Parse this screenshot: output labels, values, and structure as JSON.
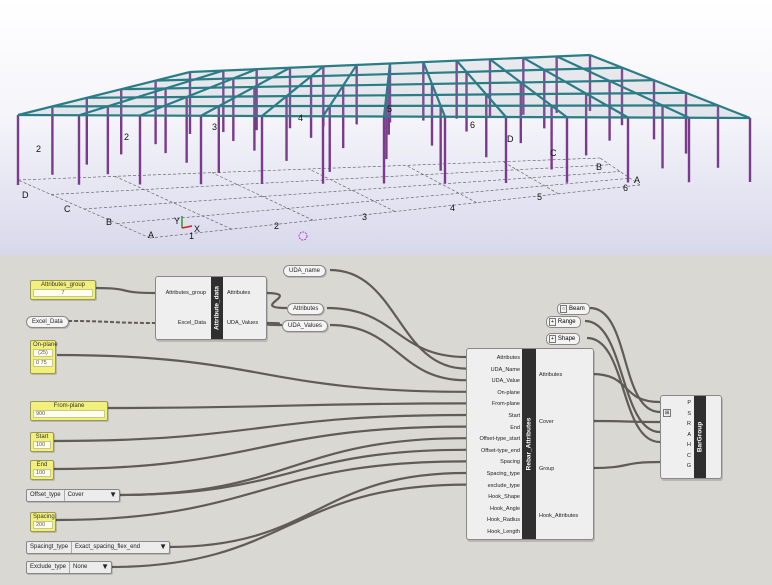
{
  "viewport": {
    "grid_labels": [
      "2",
      "D",
      "C",
      "B",
      "A",
      "2",
      "3",
      "4",
      "5",
      "6",
      "1",
      "2",
      "3",
      "4",
      "5",
      "6",
      "A",
      "B",
      "C",
      "D"
    ],
    "axis_labels": [
      "Y",
      "X"
    ]
  },
  "panels": {
    "attributes_group": {
      "title": "Attributes_group",
      "value": "7"
    },
    "on_plane": {
      "title": "On-plane",
      "value1": "(25)",
      "value2": "0   75"
    },
    "from_plane": {
      "title": "From-plane",
      "value": "900"
    },
    "start": {
      "title": "Start",
      "value": "100"
    },
    "end": {
      "title": "End",
      "value": "100"
    },
    "spacing": {
      "title": "Spacing",
      "value": "200"
    }
  },
  "pills": {
    "excel_data": "Excel_Data",
    "uda_name": "UDA_name",
    "attributes": "Attributes",
    "uda_values": "UDA_Values",
    "beam": "Beam",
    "range": "Range",
    "shape": "Shape"
  },
  "dropdowns": {
    "offset_type": {
      "label": "Offset_type",
      "value": "Cover"
    },
    "spacing_type": {
      "label": "Spacingt_type",
      "value": "Exact_spacing_flex_end"
    },
    "exclude_type": {
      "label": "Exclude_type",
      "value": "None"
    }
  },
  "attribute_data": {
    "title": "Attribute_data",
    "inputs": [
      "Attributes_group",
      "Excel_Data"
    ],
    "outputs": [
      "Attributes",
      "UDA_Values"
    ]
  },
  "rebar_attributes": {
    "title": "Rebar_Attributes",
    "inputs": [
      "Attributes",
      "UDA_Name",
      "UDA_Value",
      "On-plane",
      "From-plane",
      "Start",
      "End",
      "Offset-type_start",
      "Offset-type_end",
      "Spacing",
      "Spacing_type",
      "exclude_type",
      "Hook_Shape",
      "Hook_Angle",
      "Hook_Radius",
      "Hook_Length"
    ],
    "outputs": [
      "Attributes",
      "Cover",
      "Group",
      "Hook_Attributes"
    ]
  },
  "bar_group": {
    "title": "BarGroup",
    "inputs": [
      "P",
      "S",
      "R",
      "A",
      "H",
      "C",
      "G"
    ]
  },
  "colors": {
    "beam": "#2a7d86",
    "column": "#7a3b8c",
    "canvas": "#d9d8d3",
    "panel": "#f2f07a"
  }
}
